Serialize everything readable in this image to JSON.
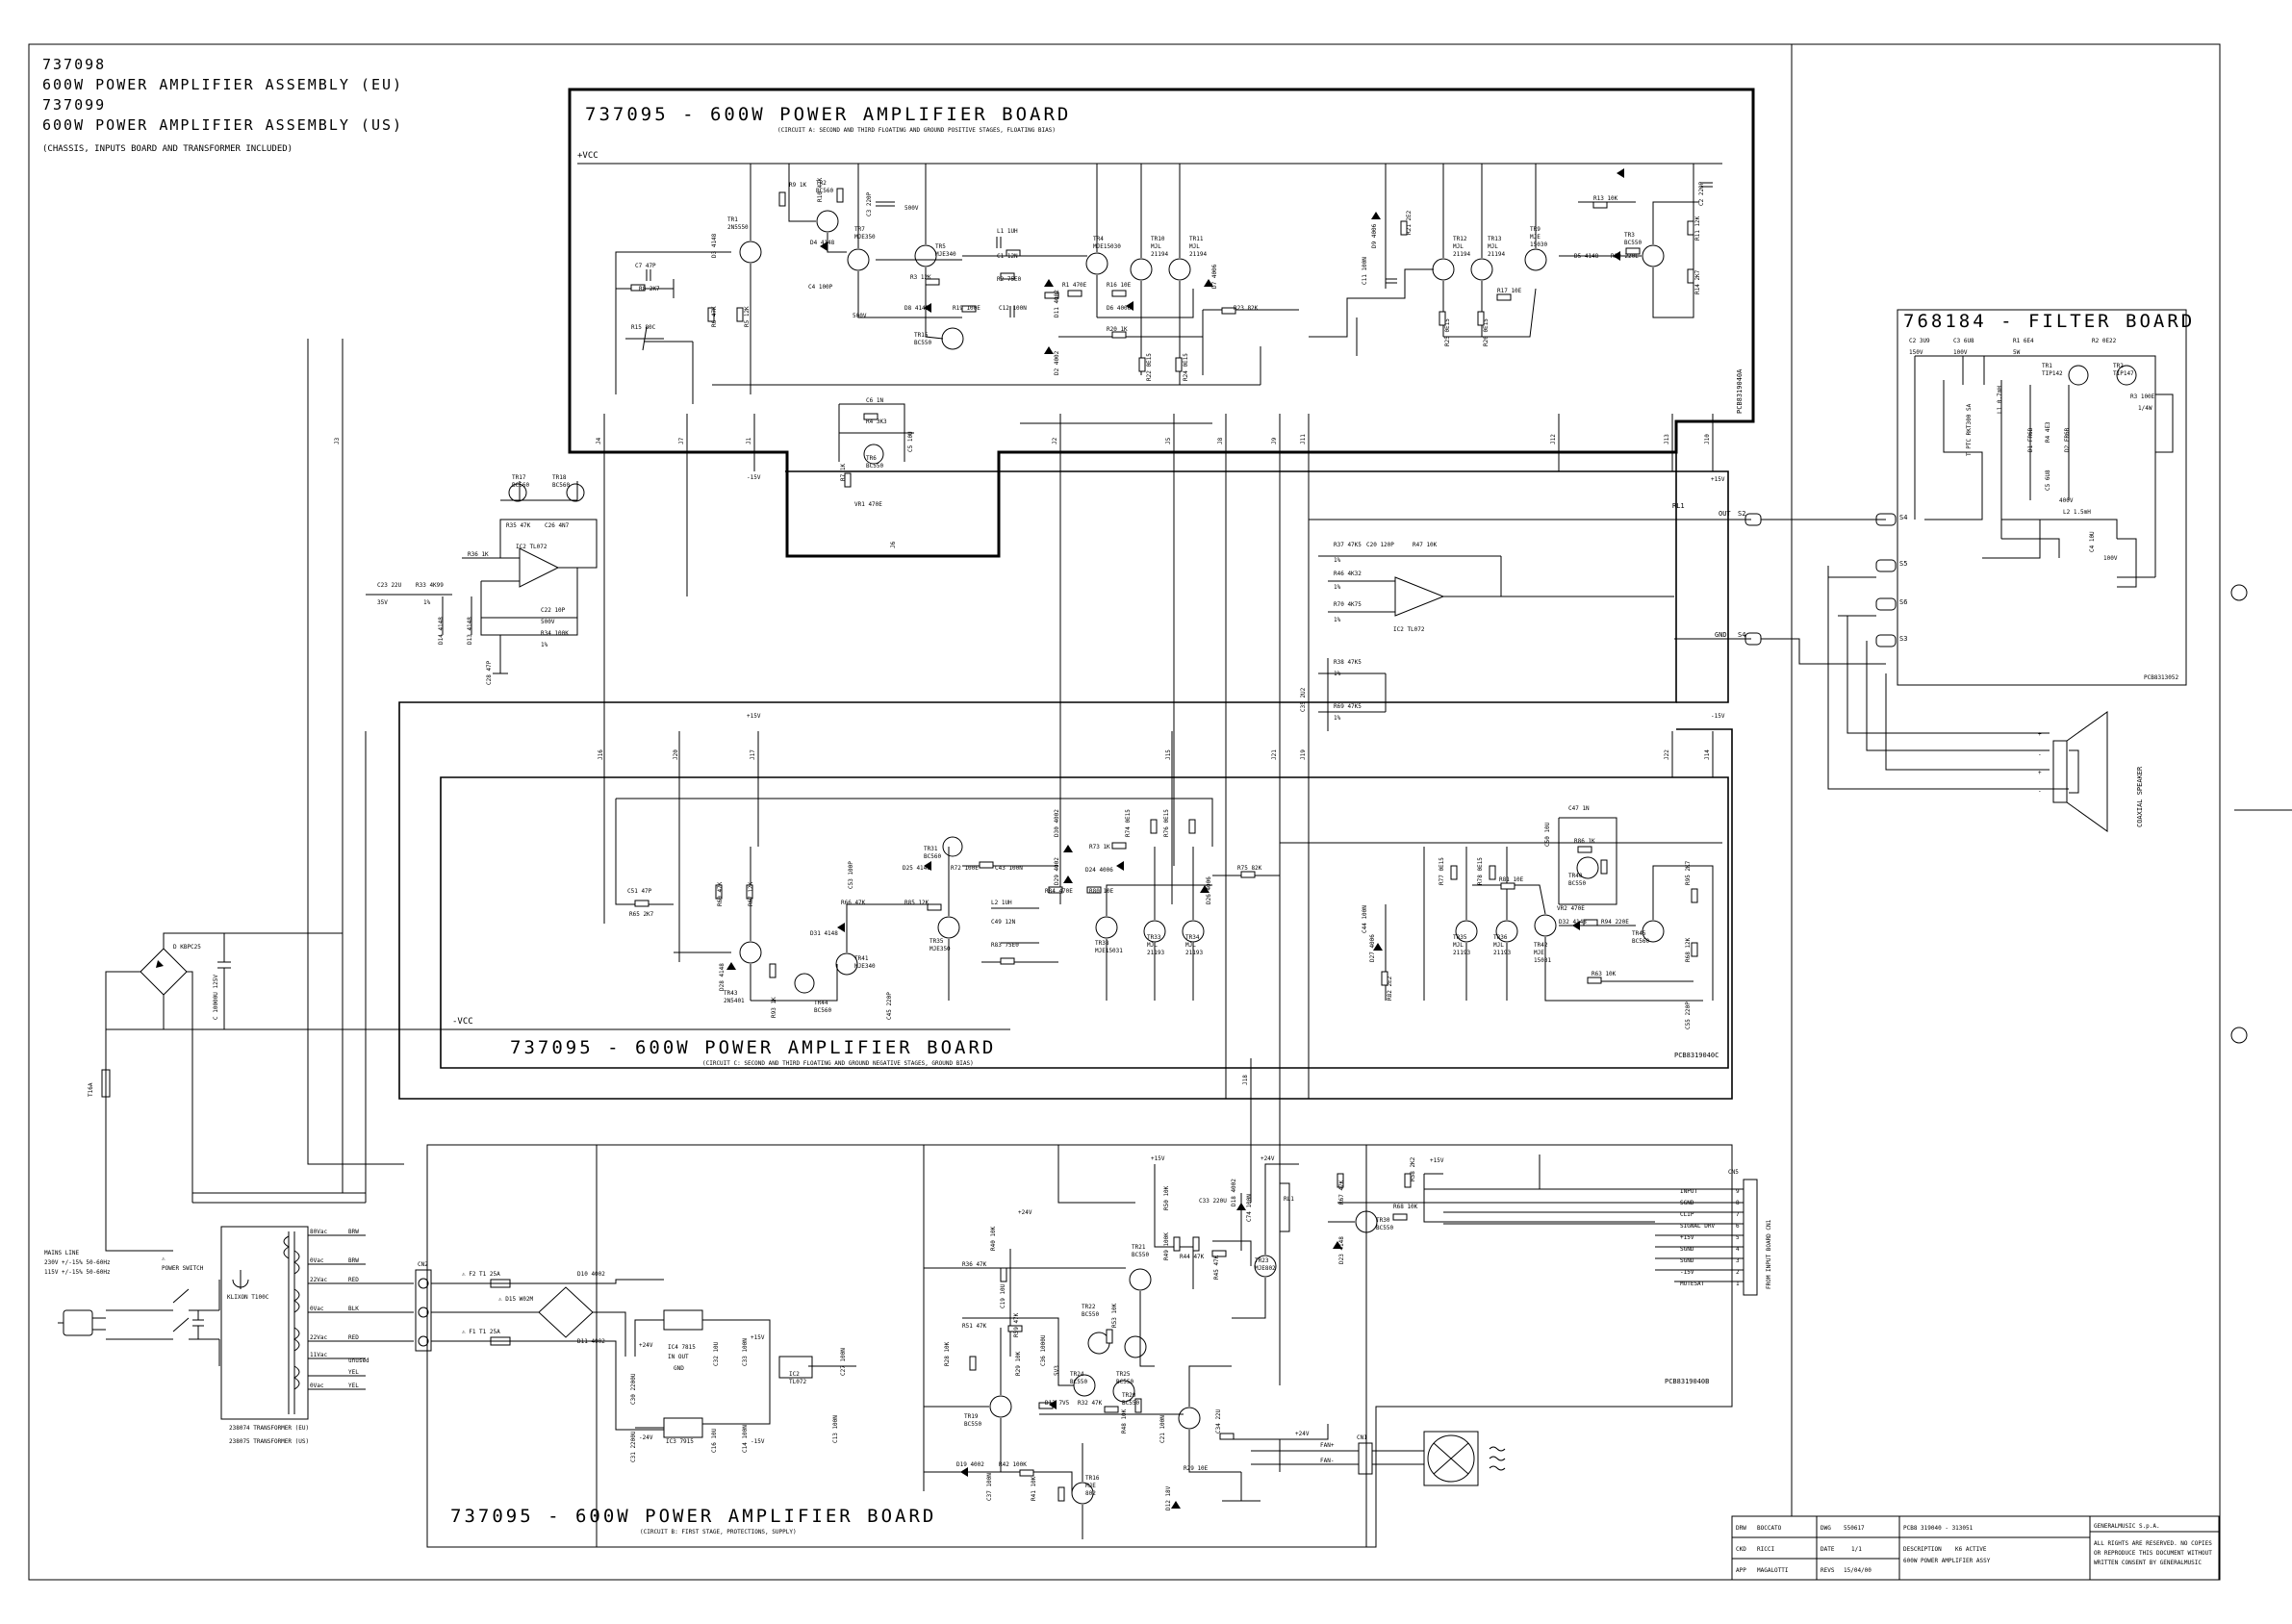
{
  "assembly": {
    "eu_code": "737098",
    "eu_title": "600W POWER AMPLIFIER ASSEMBLY (EU)",
    "us_code": "737099",
    "us_title": "600W POWER AMPLIFIER ASSEMBLY (US)",
    "note": "(CHASSIS, INPUTS BOARD AND TRANSFORMER INCLUDED)"
  },
  "boards": {
    "circuit_a_title": "737095 - 600W POWER AMPLIFIER BOARD",
    "circuit_a_sub": "(CIRCUIT A: SECOND AND THIRD FLOATING AND GROUND POSITIVE STAGES, FLOATING BIAS)",
    "circuit_a_pcb": "PCB8319040A",
    "circuit_c_title": "737095 - 600W POWER AMPLIFIER BOARD",
    "circuit_c_sub": "(CIRCUIT C: SECOND AND THIRD FLOATING AND GROUND NEGATIVE STAGES, GROUND BIAS)",
    "circuit_c_pcb": "PCB8319040C",
    "circuit_b_title": "737095 - 600W POWER AMPLIFIER BOARD",
    "circuit_b_sub": "(CIRCUIT B: FIRST STAGE, PROTECTIONS, SUPPLY)",
    "circuit_b_pcb": "PCB8319040B",
    "filter_title": "768184 - FILTER BOARD",
    "filter_pcb": "PCB8313052"
  },
  "rails": {
    "pos": "+VCC",
    "neg": "-VCC",
    "p15": "+15V",
    "m15": "-15V"
  },
  "connectors": {
    "s2": "S2",
    "out": "OUT",
    "s4": "S4",
    "gnd": "GND",
    "s5": "S5",
    "s6": "S6",
    "s3": "S3",
    "rl1": "RL1",
    "cn5": "CN5",
    "cn5_pins": [
      {
        "label": "INPUT",
        "pin": "9"
      },
      {
        "label": "SGND",
        "pin": "8"
      },
      {
        "label": "CLIP",
        "pin": "7"
      },
      {
        "label": "SIGNAL DRV",
        "pin": "6"
      },
      {
        "label": "+15V",
        "pin": "5"
      },
      {
        "label": "SGND",
        "pin": "4"
      },
      {
        "label": "SGND",
        "pin": "3"
      },
      {
        "label": "-15V",
        "pin": "2"
      },
      {
        "label": "MUTESAT",
        "pin": "1"
      }
    ],
    "cn5_side": "FROM INPUT BOARD CN1",
    "cn1": "CN1",
    "fan_pos": "FAN+",
    "fan_neg": "FAN-",
    "cn2": "CN2",
    "coaxial": "COAXIAL SPEAKER"
  },
  "mains": {
    "line": "MAINS LINE",
    "v230": "230V +/-15% 50-60Hz",
    "v115": "115V +/-15% 50-60Hz",
    "switch": "POWER SWITCH",
    "klixon": "KLIXON T100C",
    "t_eu": "238074 TRANSFORMER (EU)",
    "t_us": "238075 TRANSFORMER (US)",
    "fuse": "T16A"
  },
  "transformer_taps": [
    "80Vac",
    "0Vac",
    "22Vac",
    "0Vac",
    "22Vac",
    "11Vac",
    "0Vac"
  ],
  "wire_colors": [
    "BRW",
    "BRW",
    "RED",
    "BLK",
    "RED",
    "YEL",
    "YEL"
  ],
  "wire_unused": "unused",
  "bridge": {
    "ref": "D KBPC25",
    "cap": "C 10000U 125V"
  },
  "labels": {
    "j3": "J3",
    "j4": "J4",
    "j7": "J7",
    "j1": "J1",
    "j2": "J2",
    "j5": "J5",
    "j8": "J8",
    "j9": "J9",
    "j11": "J11",
    "j12": "J12",
    "j13": "J13",
    "j10": "J10",
    "j6": "J6",
    "j16": "J16",
    "j20": "J20",
    "j17": "J17",
    "j15": "J15",
    "j21": "J21",
    "j19": "J19",
    "j22": "J22",
    "j14": "J14",
    "j18": "J18"
  },
  "parts_a": [
    "R9 1K",
    "TR2 BC560",
    "R10 47K",
    "C3 220P",
    "500V",
    "TR1 2N5550",
    "TR7 MJE350",
    "D4 4148",
    "C7 47P",
    "R8 2K7",
    "D3 4148",
    "R6 47K",
    "R5 12K",
    "C4 100P",
    "500V",
    "TR5 MJE340",
    "R3 12K",
    "L1 1UH",
    "C1 12N",
    "R2 75E0",
    "D8 4148",
    "R19 100E",
    "C12 100N",
    "TR15 BC550",
    "D11 4002",
    "D2 4002",
    "TR4 MJE15030",
    "R1 470E",
    "R16 10E",
    "D6 4006",
    "R20 1K",
    "R22 0E15",
    "5W",
    "R24 0E15",
    "TR10 MJL 21194",
    "TR11 MJL 21194",
    "D7 4006",
    "R23 82K",
    "R15 80C",
    "C6 1N",
    "R4 3K3",
    "TR6 BC550",
    "R7 1K",
    "C5 10U",
    "VR1 470E",
    "D9 4006",
    "R21 2E2 2W",
    "C11 100N 250V",
    "TR12 MJL 21194",
    "TR13 MJL 21194",
    "R17 10E",
    "R25 0E15",
    "R26 0E15",
    "TR9 MJE 15030",
    "D5 4148",
    "R12 220E",
    "TR3 BC550",
    "R13 10K",
    "C2 220P",
    "500V",
    "R11 12K",
    "R14 2K7"
  ],
  "parts_ic2": [
    "TR17 BC560",
    "TR18 BC560",
    "R35 47K",
    "C26 4N7",
    "IC2 TL072",
    "R36 1K",
    "C23 22U",
    "35V",
    "R33 4K99",
    "1%",
    "D14 4148",
    "D13 4148",
    "C22 10P",
    "500V",
    "R34 100K",
    "1%",
    "C28 47P"
  ],
  "parts_out": [
    "R37 47K5",
    "1%",
    "C20 120P",
    "R47 10K",
    "R46 4K32",
    "1%",
    "R70 4K75",
    "1%",
    "IC2 TL072",
    "R38 47K5",
    "1%",
    "C35 2U2 250V",
    "R69 47K5",
    "1%"
  ],
  "parts_c": [
    "C51 47P",
    "R65 2K7",
    "R60 47K",
    "R67 12K",
    "D28 4148",
    "TR43 2N5401",
    "D31 4148",
    "TR41 MJE340",
    "R93 1K",
    "TR44 BC560",
    "R66 47K",
    "C53 100P 500V",
    "C45 220P 500V",
    "TR31 BC560",
    "D25 4148",
    "R72 100E",
    "C43 100N",
    "D30 4002",
    "D29 4002",
    "R85 12K",
    "L2 1UH",
    "C49 12N",
    "R83 75E0",
    "TR35 MJE350",
    "R73 1K",
    "R74 0E15",
    "R76 0E15",
    "D24 4006",
    "R84 470E",
    "R80 10E",
    "TR38 MJE15031",
    "TR33 MJL 21193",
    "TR34 MJL 21193",
    "D26 4006",
    "R75 82K",
    "D27 4006",
    "C44 100N 250V",
    "R82 2E2 2W",
    "R77 0E15",
    "R78 0E15",
    "R81 10E",
    "TR35 MJL 21193",
    "TR36 MJL 21193",
    "TR42 MJE 15031",
    "C50 10U",
    "C47 1N",
    "R86 1K",
    "TR40 BC550",
    "VR2 470E",
    "D32 4148",
    "R94 220E",
    "TR45 BC560",
    "R95 2K7",
    "R68 12K",
    "R63 10K",
    "C55 220P 500V"
  ],
  "parts_b": [
    "D10 4002",
    "D15 W02M",
    "D11 4002",
    "F2 T1 25A",
    "F1 T1 25A",
    "IC4 7815",
    "IN OUT",
    "GND",
    "C30 2200U 35V",
    "C31 2200U 35V",
    "C32 10U",
    "C33 100N",
    "IC3 7915",
    "C16 10U",
    "C14 100N",
    "IC2 TL072",
    "C27 100N",
    "C13 100N",
    "+24V",
    "-24V",
    "+15V",
    "-15V",
    "R36 47K",
    "R40 10K",
    "C19 10U",
    "R51 47K",
    "TR22 BC550",
    "R53 10K",
    "TR24 BC550",
    "TR25 BC550",
    "TR20 BC550",
    "R28 10K",
    "R29 10K",
    "R59 47K",
    "C36 1000U",
    "5V3",
    "TR19 BC550",
    "D13 7V5",
    "R32 47K",
    "R48 10K",
    "C21 100N",
    "C34 22U",
    "R29 10E",
    "D19 4002",
    "R42 100K",
    "C37 100N",
    "R41 10K",
    "TR16 MJE 802",
    "D12 18V",
    "TR21 BC550",
    "R45 47K",
    "R44 47K",
    "R50 10K",
    "R49 100K",
    "C33 220U",
    "D18 4002",
    "C74 100N",
    "RL1",
    "TR23 MJE802",
    "R67 47K",
    "D23 4148",
    "TR30 BC550",
    "R68 10K",
    "R58 2K2"
  ],
  "parts_filter": [
    "C2 3U9",
    "150V",
    "C3 6U8",
    "100V",
    "R1 6E4",
    "5W",
    "R2 0E22",
    "TR1 TIP142",
    "TR2 TIP147",
    "R3 100E",
    "1/4W",
    "T PTC RKT300 SA",
    "L1 0.7mH",
    "D1 FR6B",
    "D2 FR6B",
    "R4 4E3",
    "C5 6U8",
    "400V",
    "L2 1.5mH",
    "C4 10U",
    "100V"
  ],
  "title_block": {
    "drw_label": "DRW",
    "drw": "BOCCATO",
    "ckd_label": "CKD",
    "ckd": "RICCI",
    "app_label": "APP",
    "app": "MAGALOTTI",
    "dwg_label": "DWG",
    "dwg": "550617",
    "date_label": "DATE",
    "date": "1/1",
    "revs_label": "REVS",
    "revs": "15/04/00",
    "pcb": "PCB8 319040 - 313051",
    "desc_label": "DESCRIPTION",
    "desc1": "K6 ACTIVE",
    "desc2": "600W POWER AMPLIFIER ASSY",
    "company": "GENERALMUSIC S.p.A.",
    "rights1": "ALL RIGHTS ARE RESERVED. NO COPIES",
    "rights2": "OR REPRODUCE THIS DOCUMENT WITHOUT",
    "rights3": "WRITTEN CONSENT BY GENERALMUSIC"
  }
}
